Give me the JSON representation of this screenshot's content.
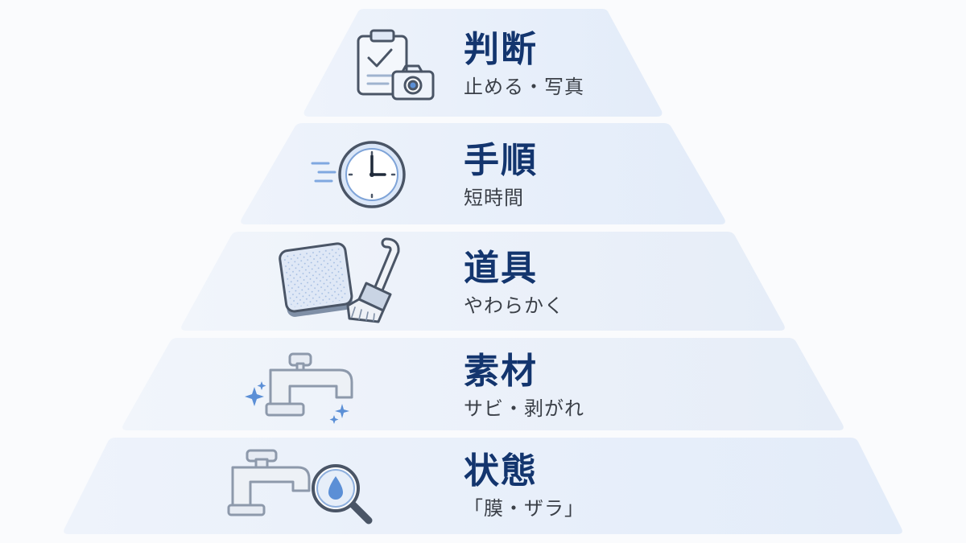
{
  "tiers": [
    {
      "title": "判断",
      "subtitle": "止める・写真",
      "icon": "clipboard-camera-icon"
    },
    {
      "title": "手順",
      "subtitle": "短時間",
      "icon": "clock-icon"
    },
    {
      "title": "道具",
      "subtitle": "やわらかく",
      "icon": "sponge-brush-icon"
    },
    {
      "title": "素材",
      "subtitle": "サビ・剥がれ",
      "icon": "faucet-sparkle-icon"
    },
    {
      "title": "状態",
      "subtitle": "「膜・ザラ」",
      "icon": "faucet-magnifier-icon"
    }
  ],
  "colors": {
    "title": "#13356e",
    "subtitle": "#3a3f47",
    "tier_fill_light": "#eef3fb",
    "tier_fill_dark": "#e2ebf8",
    "icon_stroke": "#4a5566",
    "icon_accent": "#5b8fd6"
  }
}
